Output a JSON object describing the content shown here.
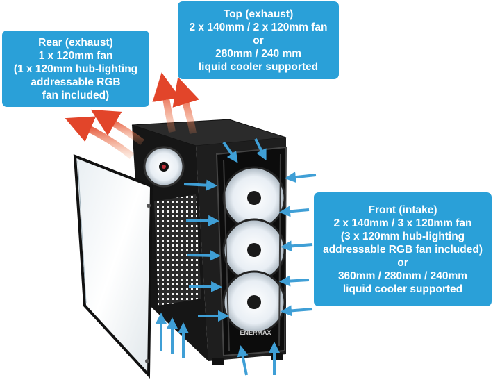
{
  "callouts": {
    "rear": {
      "lines": [
        "Rear (exhaust)",
        "1 x 120mm fan",
        "(1 x 120mm hub-lighting",
        "addressable RGB",
        "fan included)"
      ]
    },
    "top": {
      "lines": [
        "Top (exhaust)",
        "2 x 140mm / 2 x 120mm fan",
        "or",
        "280mm / 240 mm",
        "liquid cooler supported"
      ]
    },
    "front": {
      "lines": [
        "Front (intake)",
        "2 x 140mm / 3 x 120mm fan",
        "(3 x 120mm hub-lighting",
        "addressable RGB fan included)",
        "or",
        "360mm / 280mm / 240mm",
        "liquid cooler supported"
      ]
    }
  },
  "colors": {
    "callout_bg": "#2aa0d8",
    "intake_arrow": "#3f9fd6",
    "exhaust_arrow": "#e2452a",
    "case_body": "#1a1a1a"
  },
  "icons": {
    "intake": "blue-arrow-icon",
    "exhaust": "red-arrow-icon",
    "fan": "fan-icon"
  },
  "product_logo": "ENERMAX"
}
